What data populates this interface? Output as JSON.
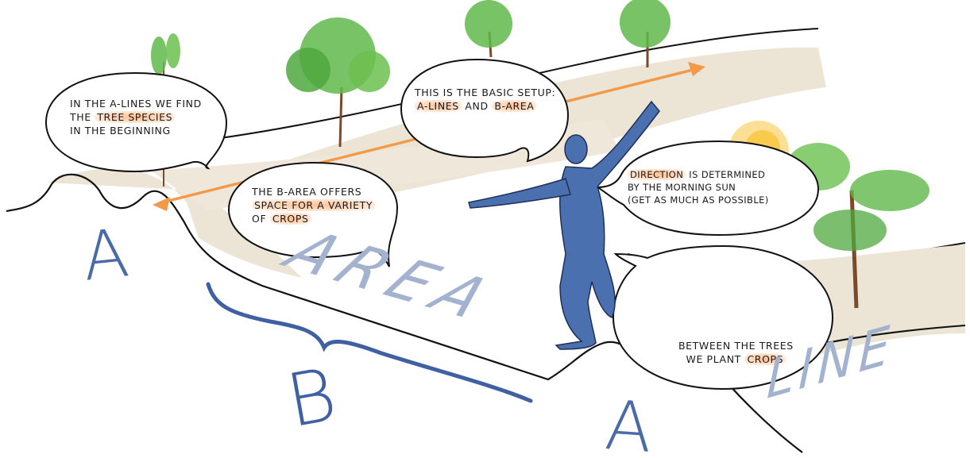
{
  "bubbles": {
    "a_lines": {
      "line1": "IN THE A-LINES WE FIND",
      "line2_pre": "THE ",
      "line2_hl": "TREE SPECIES",
      "line3": "IN THE BEGINNING"
    },
    "basic_setup": {
      "line1": "THIS IS THE BASIC SETUP:",
      "line2_hl1": "A-LINES",
      "line2_mid": " AND ",
      "line2_hl2": "B-AREA"
    },
    "b_area": {
      "line1": "THE B-AREA OFFERS",
      "line2_hl": "SPACE FOR A VARIETY",
      "line3_pre": "OF ",
      "line3_hl": "CROPS"
    },
    "direction": {
      "line1_hl": "DIRECTION",
      "line1_post": " IS DETERMINED",
      "line2": "BY THE MORNING SUN",
      "line3": "(GET AS MUCH AS POSSIBLE)"
    },
    "crops": {
      "line1": "BETWEEN THE TREES",
      "line2_pre": "WE PLANT ",
      "line2_hl": "CROPS"
    }
  },
  "labels": {
    "a_left": "A",
    "b": "B",
    "a_right": "A",
    "area": "AREA",
    "line": "LINE"
  },
  "colors": {
    "figure": "#4a70b0",
    "letters": "#4a6aa8",
    "arrow": "#f29a4a",
    "highlight": "#ffb07a",
    "sun": "#f8c43c",
    "foliage": "#5fb84a",
    "trunk": "#7a4a2a"
  }
}
